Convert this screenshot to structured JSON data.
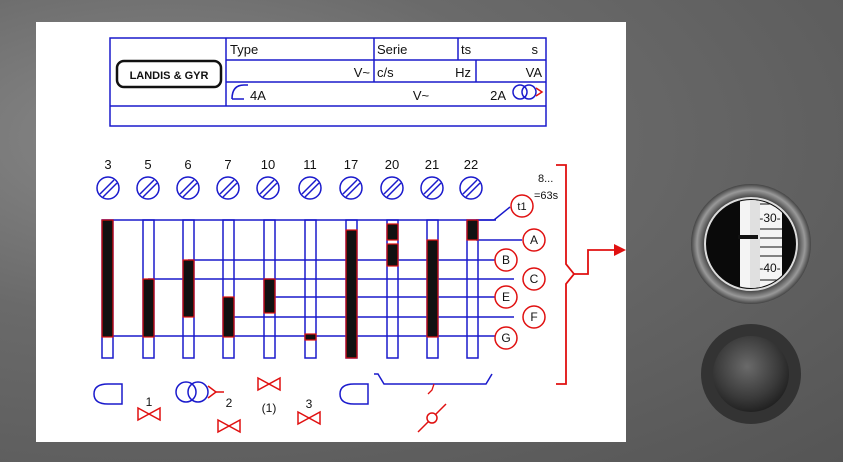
{
  "brand": "LANDIS & GYR",
  "header_table": {
    "row1": [
      "Type",
      "Serie",
      "ts",
      "s"
    ],
    "row2": [
      "V~",
      "c/s",
      "Hz",
      "VA"
    ],
    "row3": [
      "4A",
      "V~",
      "2A"
    ]
  },
  "terminals": [
    "3",
    "5",
    "6",
    "7",
    "10",
    "11",
    "17",
    "20",
    "21",
    "22"
  ],
  "time_range": [
    "8...",
    "=63s"
  ],
  "circles": [
    "t1",
    "A",
    "B",
    "C",
    "E",
    "F",
    "G"
  ],
  "bottom_labels": [
    "1",
    "2",
    "(1)",
    "3"
  ],
  "dial": {
    "marks": [
      "-30-",
      "-40-"
    ]
  },
  "colors": {
    "blue": "#1a1acc",
    "red": "#e01010",
    "black": "#111111"
  }
}
